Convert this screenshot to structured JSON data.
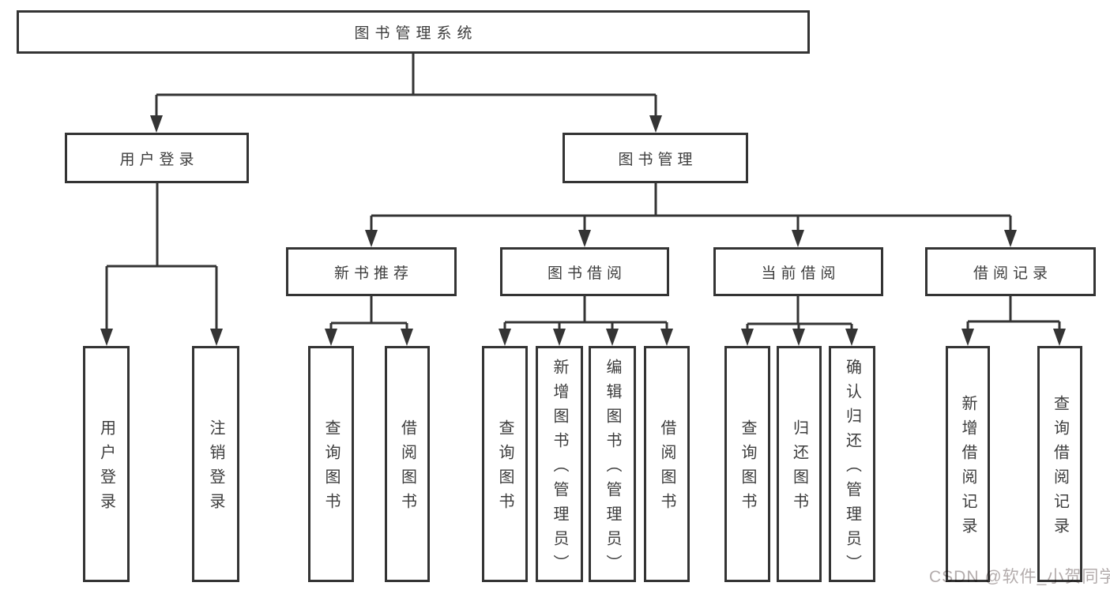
{
  "watermark": "CSDN @软件_小贺同学",
  "colors": {
    "line": "#343434",
    "box_border": "#343434",
    "box_background": "#ffffff",
    "text": "#3d3d3d",
    "watermark_text": "#b3acac"
  },
  "nodes": {
    "root": "图书管理系统",
    "user_login": "用户登录",
    "book_management": "图书管理",
    "new_book_recommend": "新书推荐",
    "book_borrow": "图书借阅",
    "current_borrow": "当前借阅",
    "borrow_record": "借阅记录",
    "leaf_user_login": "用户登录",
    "leaf_logout_login": "注销登录",
    "leaf_query_book_recommend": "查询图书",
    "leaf_borrow_book_recommend": "借阅图书",
    "leaf_query_book_borrow": "查询图书",
    "leaf_add_book_admin": "新增图书（管理员）",
    "leaf_edit_book_admin": "编辑图书（管理员）",
    "leaf_borrow_book_borrow": "借阅图书",
    "leaf_query_book_current": "查询图书",
    "leaf_return_book": "归还图书",
    "leaf_confirm_return_admin": "确认归还（管理员）",
    "leaf_add_borrow_record": "新增借阅记录",
    "leaf_query_borrow_record": "查询借阅记录"
  }
}
